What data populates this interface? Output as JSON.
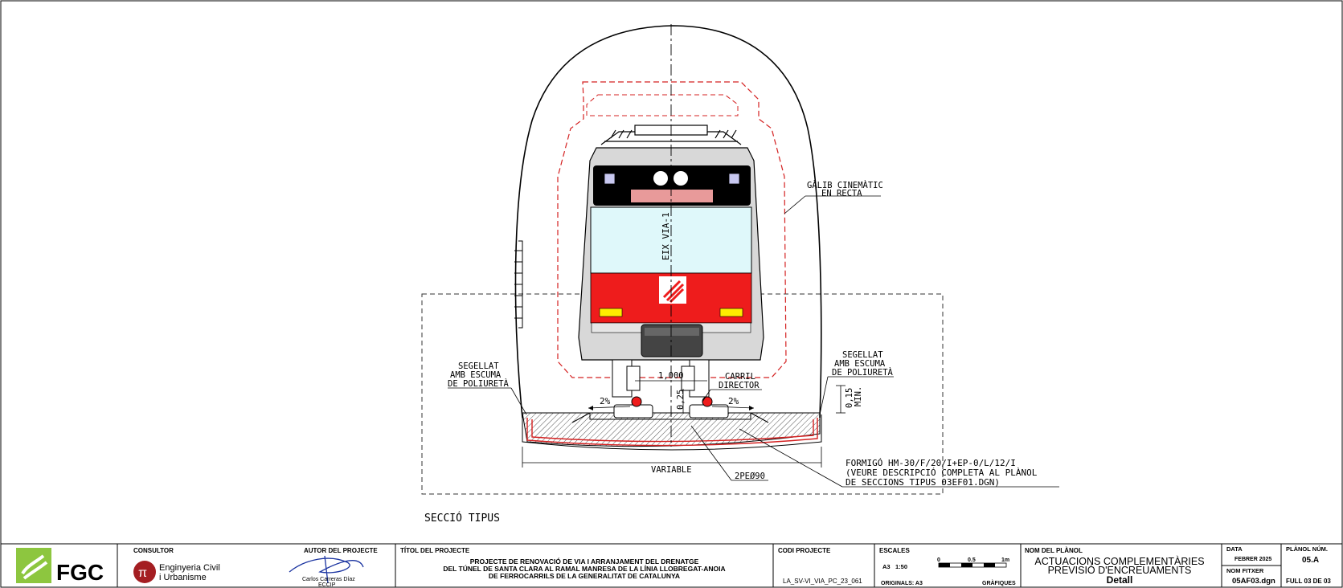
{
  "drawing": {
    "axis_label": "EIX VIA-1",
    "galib_line1": "GÀLIB CINEMÀTIC",
    "galib_line2": "EN RECTA",
    "sealing_line1": "SEGELLAT",
    "sealing_line2": "AMB ESCUMA",
    "sealing_line3": "DE POLIURETÀ",
    "rail_line1": "CARRIL",
    "rail_line2": "DIRECTOR",
    "gauge": "1,000",
    "slope": "2%",
    "depth": "0,25",
    "min_line1": "0,15",
    "min_line2": "MIN.",
    "width_label": "VARIABLE",
    "pipe_label": "2PEØ90",
    "concrete_line1": "FORMIGÓ HM-30/F/20/I+EP-0/L/12/I",
    "concrete_line2": "(VEURE DESCRIPCIÓ COMPLETA AL PLÀNOL",
    "concrete_line3": "DE SECCIONS TIPUS 03EF01.DGN)",
    "section_title": "SECCIÓ TIPUS"
  },
  "title_block": {
    "logo_text": "FGC",
    "consultant_header": "CONSULTOR",
    "consultant_name_line1": "Enginyeria Civil",
    "consultant_name_line2": "i Urbanisme",
    "author_header": "AUTOR DEL PROJECTE",
    "author_name": "Carlos Carreras Díaz",
    "author_title": "ECCIP",
    "project_title_header": "TÍTOL DEL PROJECTE",
    "project_title_line1": "PROJECTE DE RENOVACIÓ DE VIA I ARRANJAMENT DEL DRENATGE",
    "project_title_line2": "DEL TÚNEL DE SANTA CLARA AL RAMAL MANRESA DE LA LÍNIA LLOBREGAT-ANOIA",
    "project_title_line3": "DE FERROCARRILS DE LA GENERALITAT DE CATALUNYA",
    "project_code_header": "CODI PROJECTE",
    "project_code": "LA_SV-VI_VIA_PC_23_061",
    "scales_header": "ESCALES",
    "scale_format": "A3",
    "scale_value": "1:50",
    "scale_tick_0": "0",
    "scale_tick_1": "0.5",
    "scale_tick_2": "1m",
    "originals": "ORIGINALS: A3",
    "graphics": "GRÀFIQUES",
    "plan_name_header": "NOM DEL PLÀNOL",
    "plan_name_line1": "ACTUACIONS COMPLEMENTÀRIES",
    "plan_name_line2": "PREVISIÓ D'ENCREUAMENTS",
    "plan_name_line3": "Detall",
    "date_header": "DATA",
    "date_value": "FEBRER 2025",
    "file_header": "NOM FITXER",
    "file_value": "05AF03.dgn",
    "plan_num_header": "PLÀNOL NÚM.",
    "plan_num_value": "05.A",
    "sheet_value": "FULL 03 DE 03"
  },
  "colors": {
    "train_red": "#ee1c1c",
    "window": "#dff8fa",
    "galib_red": "#d42020",
    "logo_green": "#8dc63f",
    "consultant_red": "#a41e22",
    "signature_blue": "#1a33a0"
  }
}
